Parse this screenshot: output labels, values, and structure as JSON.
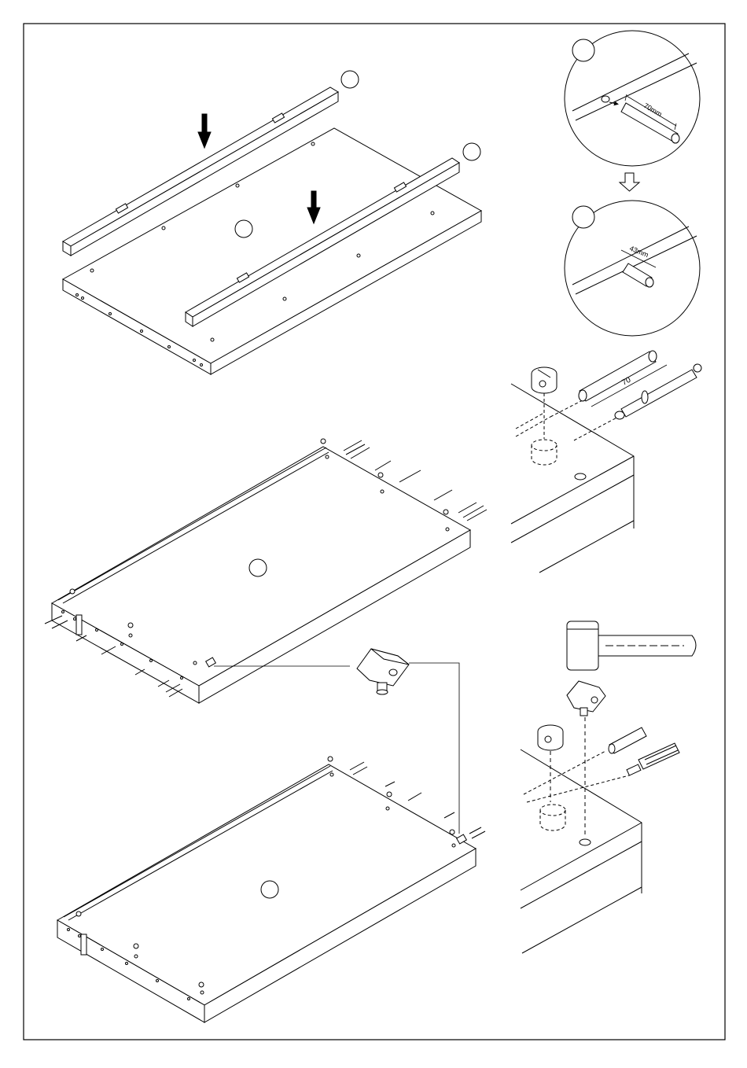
{
  "labels": {
    "dowel_depth_before": "70mm",
    "dowel_depth_after": "43mm",
    "bolt_length": "70"
  },
  "step_markers": [
    "",
    "",
    "",
    "",
    "",
    "",
    ""
  ],
  "colors": {
    "line": "#000000",
    "paper": "#ffffff"
  },
  "icons": [
    "down-arrow-icon",
    "hollow-down-arrow-icon",
    "hammer-icon",
    "screwdriver-icon",
    "cam-lock-icon",
    "wooden-dowel-icon",
    "cam-bolt-icon",
    "plastic-foot-icon"
  ]
}
